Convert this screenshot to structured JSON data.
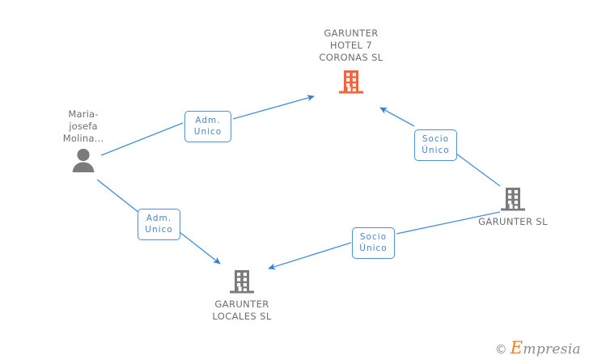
{
  "diagram": {
    "type": "corporate-relations-graph",
    "accent_color": "#4a90d9",
    "company_highlight_color": "#f4643c",
    "entity_color": "#7b7b7b",
    "label_text_color": "#6e6e6e",
    "nodes": [
      {
        "id": "person-maria",
        "kind": "person",
        "label": "Maria-\njosefa\nMolina...",
        "icon": "person-icon"
      },
      {
        "id": "garunter-hotel-7-coronas",
        "kind": "company-focus",
        "label": "GARUNTER\nHOTEL 7\nCORONAS  SL",
        "icon": "building-icon"
      },
      {
        "id": "garunter-sl",
        "kind": "company",
        "label": "GARUNTER SL",
        "icon": "building-icon"
      },
      {
        "id": "garunter-locales-sl",
        "kind": "company",
        "label": "GARUNTER\nLOCALES SL",
        "icon": "building-icon"
      }
    ],
    "edges": [
      {
        "id": "edge-maria-hotel",
        "from": "person-maria",
        "to": "garunter-hotel-7-coronas",
        "label": "Adm.\nUnico"
      },
      {
        "id": "edge-maria-locales",
        "from": "person-maria",
        "to": "garunter-locales-sl",
        "label": "Adm.\nUnico"
      },
      {
        "id": "edge-garunter-hotel",
        "from": "garunter-sl",
        "to": "garunter-hotel-7-coronas",
        "label": "Socio\nÚnico"
      },
      {
        "id": "edge-garunter-locales",
        "from": "garunter-sl",
        "to": "garunter-locales-sl",
        "label": "Socio\nÚnico"
      }
    ]
  },
  "watermark": {
    "copyright_symbol": "©",
    "brand_initial": "E",
    "brand_rest": "mpresia"
  }
}
